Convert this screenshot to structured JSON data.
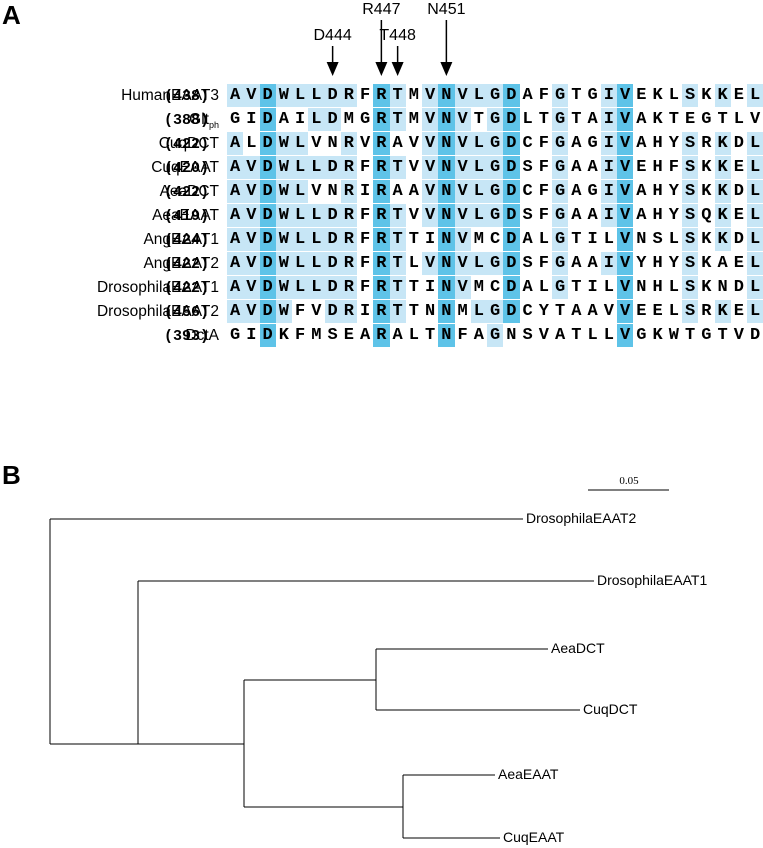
{
  "panel_a": {
    "label": "A",
    "arrows": [
      {
        "label": "D444",
        "col": 6
      },
      {
        "label": "R447",
        "col": 9
      },
      {
        "label": "T448",
        "col": 10
      },
      {
        "label": "N451",
        "col": 13
      }
    ],
    "sequences": [
      {
        "name": "HumanEAAT3",
        "sub": "",
        "pos": "(438)",
        "seq": "AVDWLLDRFRTMVNVLGDAFGTGIVEKLSKKEL"
      },
      {
        "name": "Glt",
        "sub": "ph",
        "pos": "(388)",
        "seq": "GIDAILDMGRTMVNVTGDLTGTAIVAKTEGTLV"
      },
      {
        "name": "CuqDCT",
        "sub": "",
        "pos": "(422)",
        "seq": "ALDWLVNRVRAVVNVLGDCFGAGIVAHYSRKDL"
      },
      {
        "name": "CuqEAAT",
        "sub": "",
        "pos": "(420)",
        "seq": "AVDWLLDRFRTVVNVLGDSFGAAIVEHFSKKEL"
      },
      {
        "name": "AeaDCT",
        "sub": "",
        "pos": "(422)",
        "seq": "AVDWLVNRIRAAVNVLGDCFGAGIVAHYSKKDL"
      },
      {
        "name": "AeaEAAT",
        "sub": "",
        "pos": "(419)",
        "seq": "AVDWLLDRFRTVVNVLGDSFGAAIVAHYSQKEL"
      },
      {
        "name": "AngEAAT1",
        "sub": "",
        "pos": "(424)",
        "seq": "AVDWLLDRFRTTINVMCDALGTILVNSLSKKDL"
      },
      {
        "name": "AngEAAT2",
        "sub": "",
        "pos": "(422)",
        "seq": "AVDWLLDRFRTLVNVLGDSFGAAIVYHYSKAEL"
      },
      {
        "name": "DrosophilaEAAT1",
        "sub": "",
        "pos": "(422)",
        "seq": "AVDWLLDRFRTTINVMCDALGTILVNHLSKNDL"
      },
      {
        "name": "DrosophilaEAAT2",
        "sub": "",
        "pos": "(456)",
        "seq": "AVDWFVDRIRTTNNMLGDCYTAAVVEELSRKEL"
      },
      {
        "name": "DctA",
        "sub": "",
        "pos": "(393)",
        "seq": "GIDKFMSEARALTNFAGNSVATLLVGKWTGTVD"
      }
    ]
  },
  "panel_b": {
    "label": "B",
    "scale_bar": {
      "label": "0.05"
    },
    "leaves": [
      "DrosophilaEAAT2",
      "DrosophilaEAAT1",
      "AeaDCT",
      "CuqDCT",
      "AeaEAAT",
      "CuqEAAT"
    ]
  },
  "colors": {
    "conserved_high": "#5ec3e8",
    "conserved_mid": "#c7e6f6",
    "line": "#000000"
  }
}
